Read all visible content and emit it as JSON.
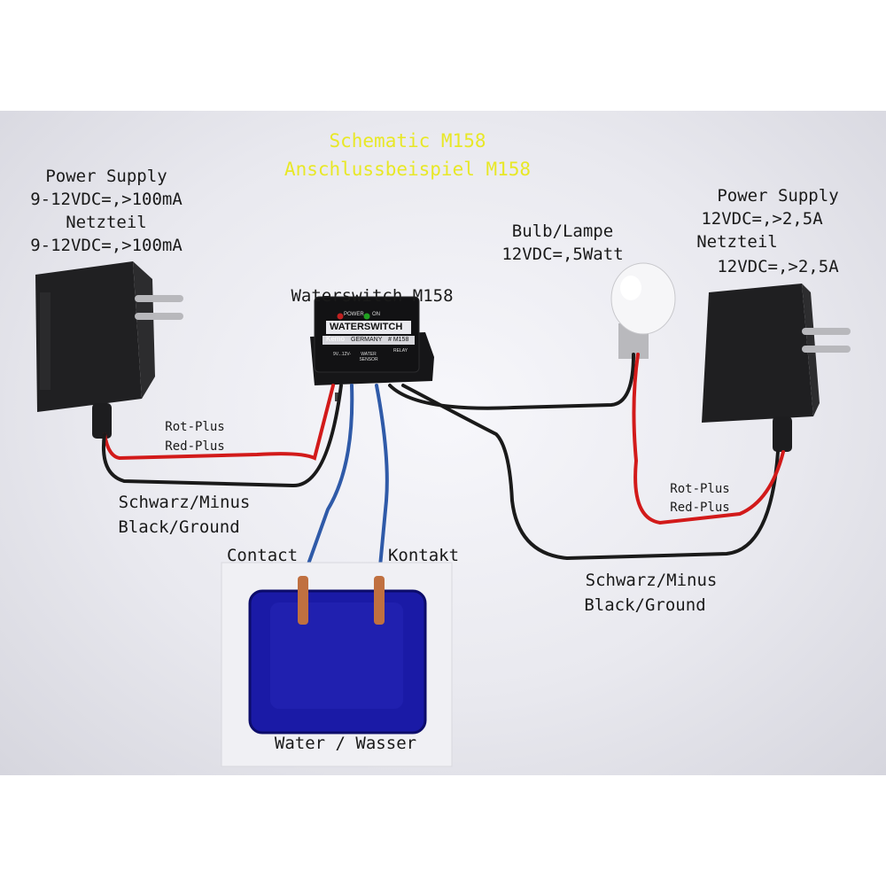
{
  "title": {
    "line1": "Schematic M158",
    "line2": "Anschlussbeispiel M158"
  },
  "left_supply": {
    "line1": "Power Supply",
    "line2": "9-12VDC=,>100mA",
    "line3": "Netzteil",
    "line4": "9-12VDC=,>100mA"
  },
  "right_supply": {
    "line1": "Power Supply",
    "line2": "12VDC=,>2,5A",
    "line3": "Netzteil",
    "line4": "12VDC=,>2,5A"
  },
  "bulb": {
    "line1": "Bulb/Lampe",
    "line2": "12VDC=,5Watt"
  },
  "module": {
    "label": "Waterswitch M158",
    "led_power": "POWER",
    "led_on": "ON",
    "name": "WATERSWITCH",
    "brand": "Kemo",
    "country": "GERMANY",
    "part": "# M158",
    "voltage": "9V...12V-",
    "sensor": "WATER SENSOR",
    "relay": "RELAY"
  },
  "wires": {
    "left_red_1": "Rot-Plus",
    "left_red_2": "Red-Plus",
    "left_black_1": "Schwarz/Minus",
    "left_black_2": "Black/Ground",
    "right_red_1": "Rot-Plus",
    "right_red_2": "Red-Plus",
    "right_black_1": "Schwarz/Minus",
    "right_black_2": "Black/Ground"
  },
  "sensor": {
    "contact": "Contact",
    "kontakt": "Kontakt",
    "water": "Water / Wasser"
  },
  "colors": {
    "title": "#e8e826",
    "water": "#1a1aa6",
    "wire_red": "#d21a1a",
    "wire_blue": "#2f5aa8",
    "wire_black": "#1a1a1a"
  }
}
